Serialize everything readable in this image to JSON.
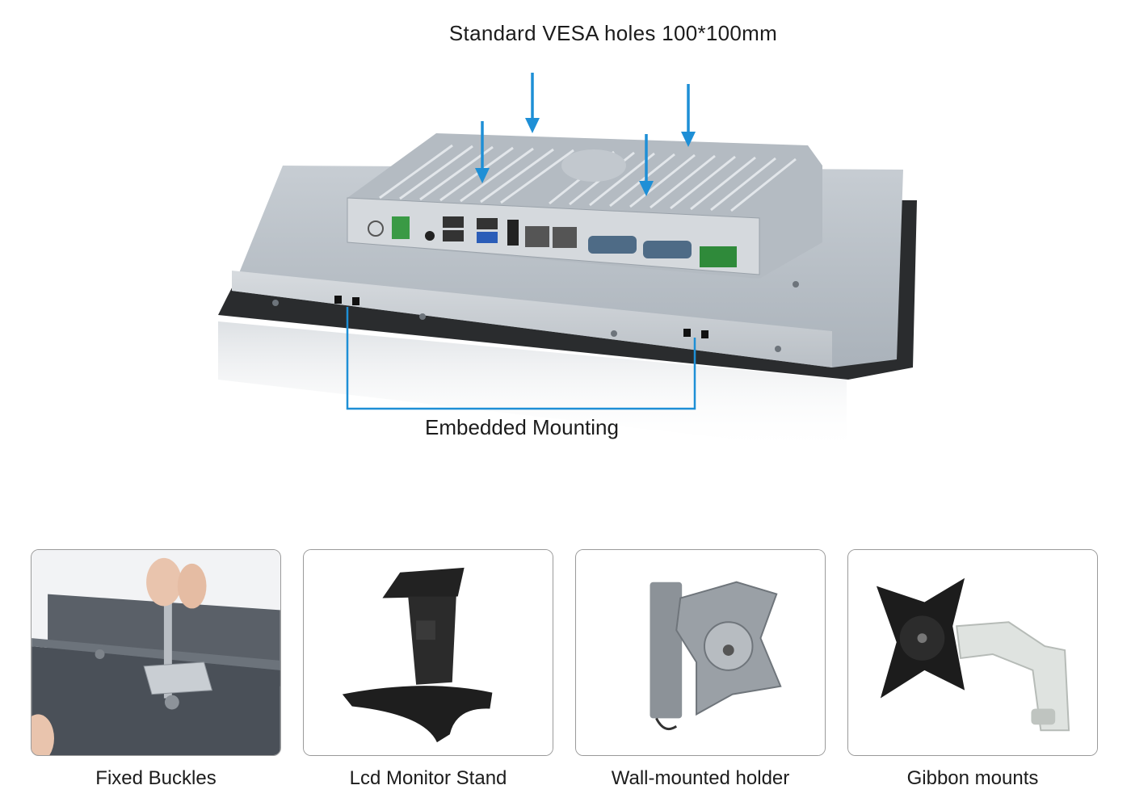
{
  "hero": {
    "vesa_label": "Standard VESA holes 100*100mm",
    "embedded_label": "Embedded Mounting",
    "accent_color": "#1e8fd6"
  },
  "mounts": [
    {
      "caption": "Fixed Buckles",
      "icon": "fixed-buckle-photo"
    },
    {
      "caption": "Lcd Monitor Stand",
      "icon": "monitor-stand-photo"
    },
    {
      "caption": "Wall-mounted holder",
      "icon": "wall-holder-photo"
    },
    {
      "caption": "Gibbon mounts",
      "icon": "gibbon-mount-photo"
    }
  ]
}
